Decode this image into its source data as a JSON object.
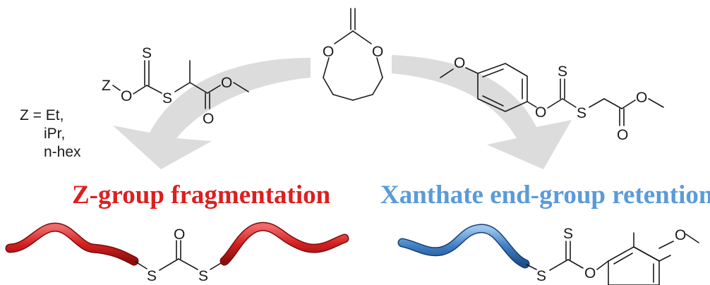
{
  "monomer": {
    "ring_oxygen_left": "O",
    "ring_oxygen_right": "O"
  },
  "left_agent": {
    "z_label": "Z",
    "o_label": "O",
    "s_top_label": "S",
    "s_chain_label": "S",
    "carbonyl_o_label": "O",
    "ester_o_label": "O",
    "z_defs": [
      "Z = Et,",
      "iPr,",
      "n-hex"
    ]
  },
  "right_agent": {
    "methoxy_o_label": "O",
    "aryl_o_label": "O",
    "s_top_label": "S",
    "s_chain_label": "S",
    "ester_o_label": "O",
    "carbonyl_o_label": "O"
  },
  "left_title": {
    "text": "Z-group fragmentation",
    "color": "#dd1f1f"
  },
  "right_title": {
    "text": "Xanthate end-group retention",
    "color": "#5a9bd8"
  },
  "left_product": {
    "carbonyl_o_label": "O",
    "s_left_label": "S",
    "s_right_label": "S",
    "chain_color": "#d42020"
  },
  "right_product": {
    "s_top_label": "S",
    "s_link_label": "S",
    "o_label": "O",
    "methoxy_o_label": "O",
    "chain_color": "#3f7fc4"
  },
  "arrow_color": "#dcdcdc"
}
